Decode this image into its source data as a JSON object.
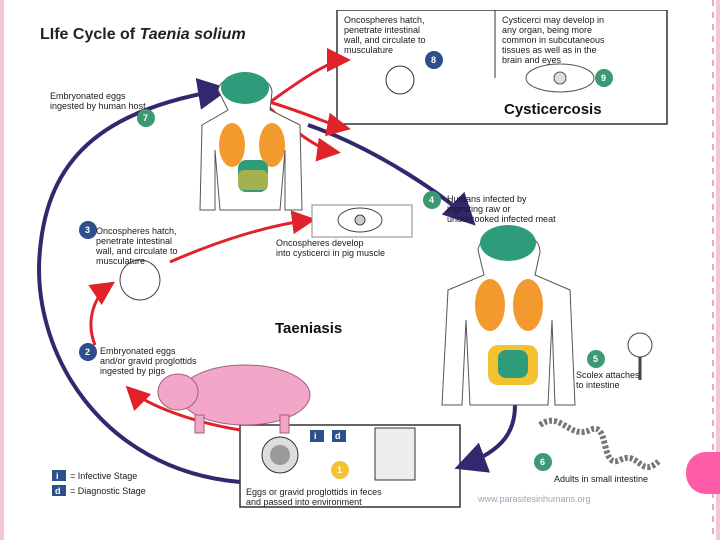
{
  "title_prefix": "LIfe Cycle of ",
  "title_species": "Taenia solium",
  "cysticercosis_label": "Cysticercosis",
  "taeniasis_label": "Taeniasis",
  "steps": {
    "s1": {
      "num": "1",
      "text": "Eggs or gravid proglottids in feces\nand passed into environment"
    },
    "s2": {
      "num": "2",
      "text": "Embryonated eggs\nand/or gravid proglottids\ningested by pigs"
    },
    "s3": {
      "num": "3",
      "text": "Oncospheres hatch,\npenetrate intestinal\nwall, and circulate to\nmusculature"
    },
    "s4": {
      "num": "4",
      "text": "Humans infected by\ningesting raw or\nundercooked infected meat"
    },
    "s5": {
      "num": "5",
      "text": "Scolex attaches\nto intestine"
    },
    "s6": {
      "num": "6",
      "text": "Adults in small intestine"
    },
    "s7": {
      "num": "7",
      "text": "Embryonated eggs\ningested by human host"
    },
    "s8": {
      "num": "8",
      "text": "Oncospheres hatch,\npenetrate intestinal\nwall, and circulate to\nmusculature"
    },
    "s9": {
      "num": "9",
      "text": "Cysticerci may develop in\nany organ, being more\ncommon in subcutaneous\ntissues as well as in the\nbrain and eyes"
    }
  },
  "pig_muscle_label": "Oncospheres develop\ninto cysticerci in pig muscle",
  "legend": {
    "infective_icon": "i",
    "infective": "= Infective Stage",
    "diagnostic_icon": "d",
    "diagnostic": "= Diagnostic Stage"
  },
  "credit": "www.parasitesinhumans.org",
  "colors": {
    "arrow_red": "#e0222b",
    "arrow_purple": "#33276e",
    "badge_blue": "#2d4f8c",
    "badge_green": "#3c9a72",
    "badge_yellow": "#f2c230",
    "lung_orange": "#f29a2e",
    "organ_green": "#2e9b7a",
    "pig_pink": "#f2a6c8",
    "slide_pink": "#ff5ca8"
  }
}
